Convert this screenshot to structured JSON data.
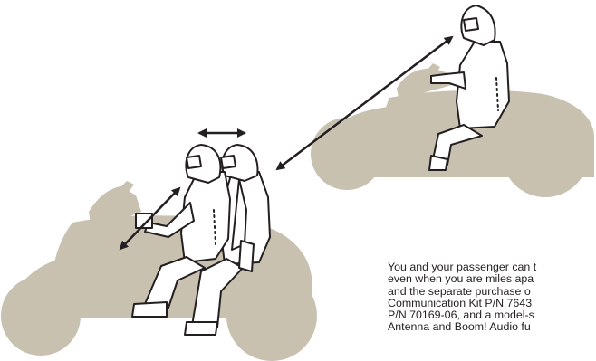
{
  "colors": {
    "silhouette": "#c9c1b0",
    "rider_fill": "#ffffff",
    "outline": "#231f20",
    "arrow": "#231f20",
    "caption_text": "#231f20"
  },
  "icons": {
    "arrow_horizontal": "double-headed-arrow-horizontal",
    "arrow_long": "double-headed-arrow-diagonal",
    "arrow_short": "double-headed-arrow-diagonal"
  },
  "caption": {
    "lines": [
      "You and your passenger can t",
      "even when you are miles apa",
      "and the separate purchase o",
      "Communication Kit P/N 7643",
      "P/N 70169-06, and a model-s",
      "Antenna and Boom! Audio fu"
    ]
  }
}
